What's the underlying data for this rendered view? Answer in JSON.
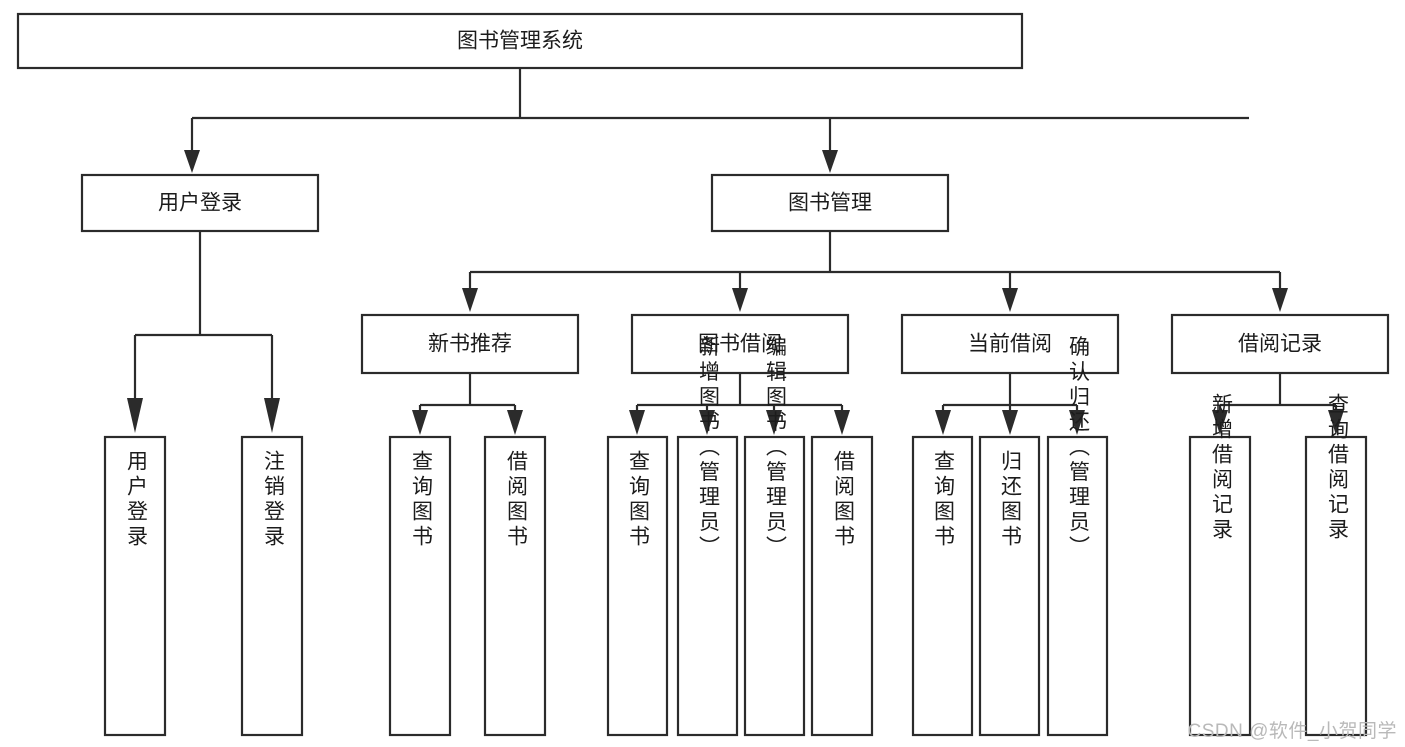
{
  "diagram": {
    "title": "图书管理系统",
    "type": "tree",
    "watermark": "CSDN @软件_小贺同学",
    "colors": {
      "box_stroke": "#2b2b2b",
      "box_fill": "#ffffff",
      "text": "#1c1c1c",
      "watermark": "#b9b9b9",
      "background": "#ffffff"
    },
    "root": {
      "label": "图书管理系统"
    },
    "level2": [
      {
        "label": "用户登录"
      },
      {
        "label": "图书管理"
      }
    ],
    "level3": [
      {
        "label": "新书推荐"
      },
      {
        "label": "图书借阅"
      },
      {
        "label": "当前借阅"
      },
      {
        "label": "借阅记录"
      }
    ],
    "leaves": {
      "user_login": [
        {
          "label": "用户登录"
        },
        {
          "label": "注销登录"
        }
      ],
      "new_book_recommend": [
        {
          "label": "查询图书"
        },
        {
          "label": "借阅图书"
        }
      ],
      "book_borrow": [
        {
          "label": "查询图书"
        },
        {
          "label": "新增图书（管理员）"
        },
        {
          "label": "编辑图书（管理员）"
        },
        {
          "label": "借阅图书"
        }
      ],
      "current_borrow": [
        {
          "label": "查询图书"
        },
        {
          "label": "归还图书"
        },
        {
          "label": "确认归还（管理员）"
        }
      ],
      "borrow_record": [
        {
          "label": "新增借阅记录"
        },
        {
          "label": "查询借阅记录"
        }
      ]
    }
  }
}
